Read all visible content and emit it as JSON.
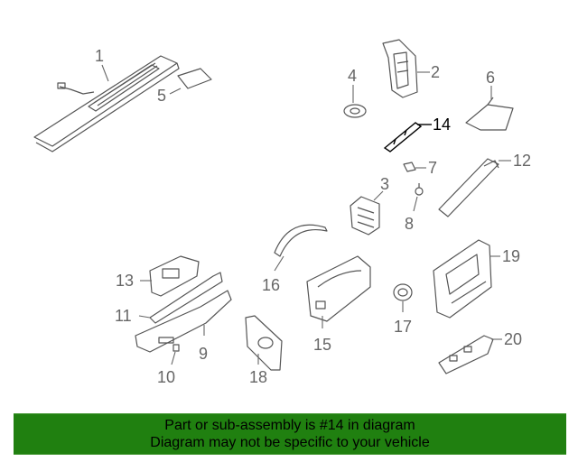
{
  "callouts": {
    "c1": "1",
    "c2": "2",
    "c3": "3",
    "c4": "4",
    "c5": "5",
    "c6": "6",
    "c7": "7",
    "c8": "8",
    "c9": "9",
    "c10": "10",
    "c11": "11",
    "c12": "12",
    "c13": "13",
    "c14": "14",
    "c15": "15",
    "c16": "16",
    "c17": "17",
    "c18": "18",
    "c19": "19",
    "c20": "20"
  },
  "highlighted_part": "14",
  "colors": {
    "banner_bg": "#208010",
    "line": "#555555",
    "label": "#666666",
    "highlight": "#000000"
  },
  "banner": {
    "line1": "Part or sub-assembly is #14 in diagram",
    "line2": "Diagram may not be specific to your vehicle"
  }
}
